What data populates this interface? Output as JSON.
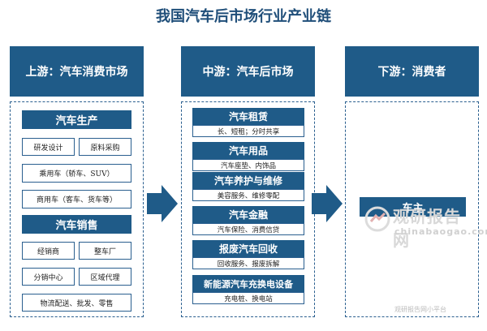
{
  "title": "我国汽车后市场行业产业链",
  "columns": {
    "upstream": {
      "header": "上游：汽车消费市场"
    },
    "midstream": {
      "header": "中游：汽车后市场"
    },
    "downstream": {
      "header": "下游：消费者"
    }
  },
  "upstream": {
    "production": {
      "title": "汽车生产",
      "items": [
        "研发设计",
        "原料采购",
        "乘用车（轿车、SUV）",
        "商用车（客车、货车等）"
      ]
    },
    "sales": {
      "title": "汽车销售",
      "items": [
        "经销商",
        "整车厂",
        "分销中心",
        "区域代理",
        "物流配送、批发、零售"
      ]
    }
  },
  "midstream": {
    "items": [
      {
        "title": "汽车租赁",
        "sub": "长、短租；分时共享"
      },
      {
        "title": "汽车用品",
        "sub": "汽车座垫、内饰品"
      },
      {
        "title": "汽车养护与维修",
        "sub": "美容服务、维修零配"
      },
      {
        "title": "汽车金融",
        "sub": "汽车保险、消费信贷"
      },
      {
        "title": "报废汽车回收",
        "sub": "回收服务、报废拆解"
      },
      {
        "title": "新能源汽车充换电设备",
        "sub": "充电桩、换电站"
      }
    ]
  },
  "downstream": {
    "consumer": "车主"
  },
  "watermark": {
    "name": "观研报告网",
    "url": "chinabaogao.com"
  },
  "corner_text": "观研报告网小平台",
  "colors": {
    "primary": "#1f5b88",
    "border": "#2a5f8f",
    "title": "#1f4e79"
  }
}
